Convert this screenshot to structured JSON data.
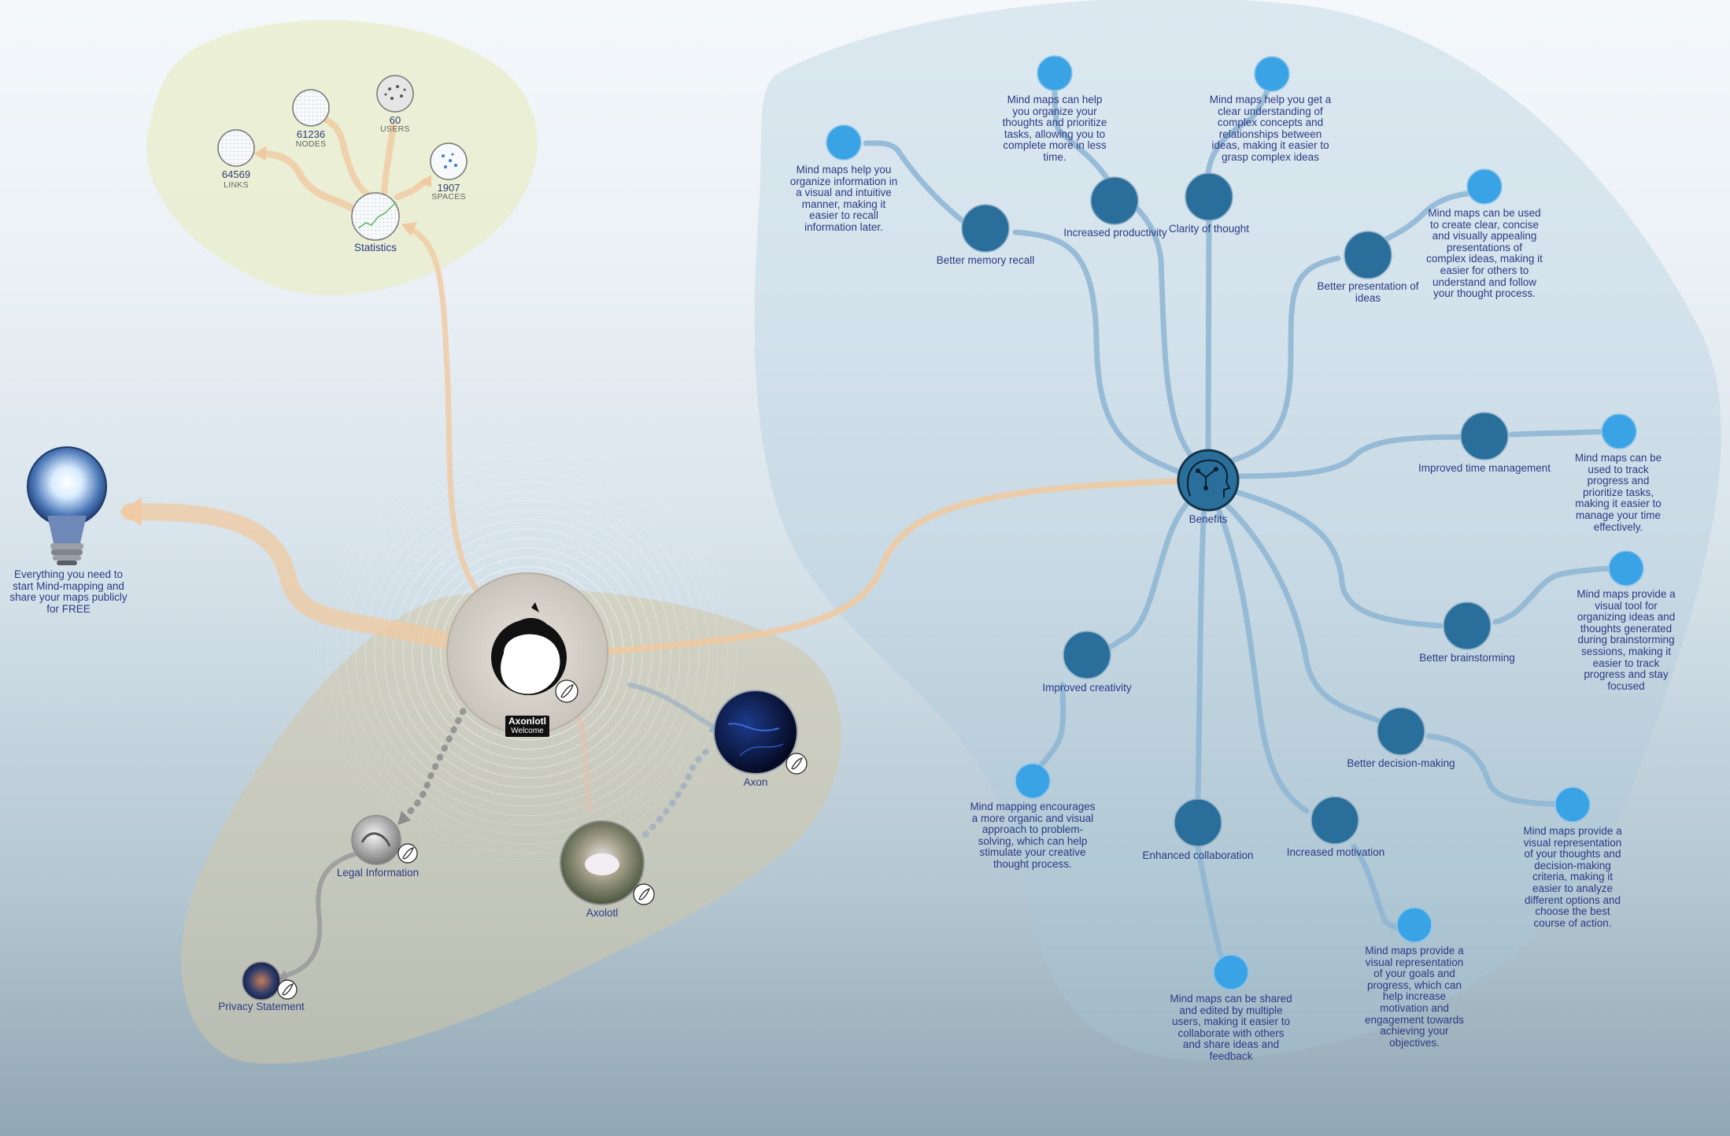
{
  "center": {
    "title": "Axonlotl",
    "subtitle": "Welcome"
  },
  "intro": {
    "text": "Everything you need to start Mind-mapping and share your maps publicly for FREE"
  },
  "statistics": {
    "label": "Statistics",
    "items": [
      {
        "value": "64569",
        "caption": "LINKS"
      },
      {
        "value": "61236",
        "caption": "NODES"
      },
      {
        "value": "60",
        "caption": "USERS"
      },
      {
        "value": "1907",
        "caption": "SPACES"
      }
    ]
  },
  "nodes": {
    "axon": "Axon",
    "axolotl": "Axolotl",
    "legal": "Legal Information",
    "privacy": "Privacy Statement",
    "benefits": "Benefits"
  },
  "benefits": [
    {
      "label": "Better memory recall",
      "desc": "Mind maps help you organize information in a visual and intuitive manner, making it easier to recall information later."
    },
    {
      "label": "Increased productivity",
      "desc": "Mind maps can help you organize your thoughts and prioritize tasks, allowing you to complete more in less time."
    },
    {
      "label": "Clarity of thought",
      "desc": "Mind maps help you get a clear understanding of complex concepts and relationships between ideas, making it easier to grasp complex ideas"
    },
    {
      "label": "Better presentation of ideas",
      "desc": "Mind maps can be used to create clear, concise and visually appealing presentations of complex ideas, making it easier for others to understand and follow your thought process."
    },
    {
      "label": "Improved time management",
      "desc": "Mind maps can be used to track progress and prioritize tasks, making it easier to manage your time effectively."
    },
    {
      "label": "Better brainstorming",
      "desc": "Mind maps provide a visual tool for organizing ideas and thoughts generated during brainstorming sessions, making it easier to track progress and stay focused"
    },
    {
      "label": "Better decision-making",
      "desc": "Mind maps provide a visual representation of your thoughts and decision-making criteria, making it easier to analyze different options and choose the best course of action."
    },
    {
      "label": "Increased motivation",
      "desc": "Mind maps provide a visual representation of your goals and progress, which can help increase motivation and engagement towards achieving your objectives."
    },
    {
      "label": "Enhanced collaboration",
      "desc": "Mind maps can be shared and edited by multiple users, making it easier to collaborate with others and share ideas and feedback"
    },
    {
      "label": "Improved creativity",
      "desc": "Mind mapping encourages a more organic and visual approach to problem-solving, which can help stimulate your creative thought process."
    }
  ],
  "colors": {
    "parent_node": "#2a6f9c",
    "leaf_node": "#3aa3e6",
    "blue_link": "#8db5d2",
    "orange_link": "#f0c9a0",
    "label_text": "#2c3a84"
  }
}
